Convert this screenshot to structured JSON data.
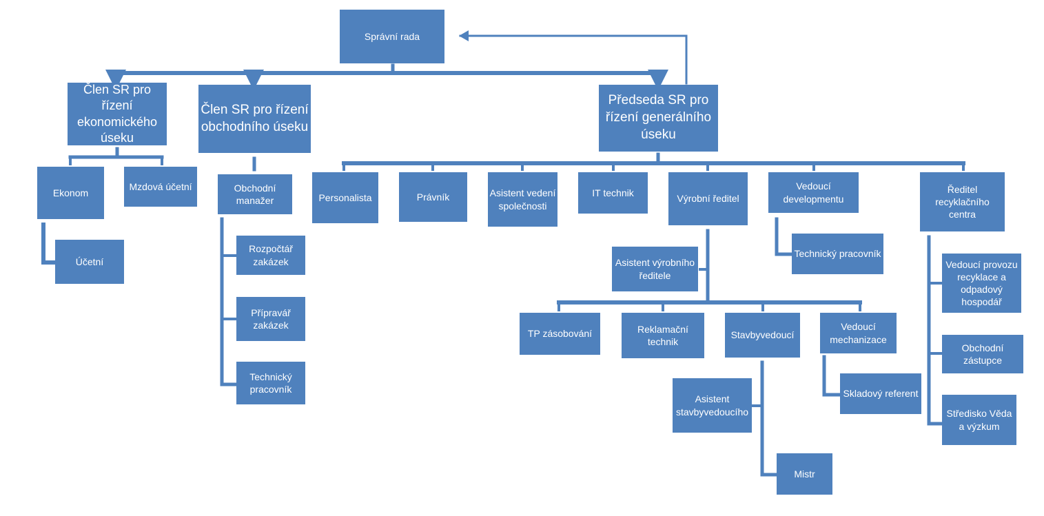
{
  "colors": {
    "box_fill": "#4f81bd",
    "box_text": "#ffffff",
    "connector": "#4f81bd",
    "background": "#ffffff"
  },
  "org_chart": {
    "board": "Správní rada",
    "member_economic": "Člen SR pro řízení ekonomického úseku",
    "member_commercial": "Člen SR pro řízení obchodního úseku",
    "chairman_general": "Předseda SR pro řízení generálního úseku",
    "economist": "Ekonom",
    "payroll_accountant": "Mzdová účetní",
    "accountant": "Účetní",
    "sales_manager": "Obchodní manažer",
    "contract_budgeter": "Rozpočtář zakázek",
    "contract_preparer": "Přípravář zakázek",
    "technical_worker_commercial": "Technický pracovník",
    "hr_specialist": "Personalista",
    "lawyer": "Právník",
    "management_assistant": "Asistent vedení společnosti",
    "it_technician": "IT technik",
    "production_director": "Výrobní ředitel",
    "development_head": "Vedoucí developmentu",
    "recycling_center_director": "Ředitel recyklačního centra",
    "production_director_assistant": "Asistent výrobního ředitele",
    "technical_worker_development": "Technický pracovník",
    "tp_supply": "TP zásobování",
    "complaints_technician": "Reklamační technik",
    "site_manager": "Stavbyvedoucí",
    "mechanization_head": "Vedoucí mechanizace",
    "site_manager_assistant": "Asistent stavbyvedoucího",
    "foreman": "Mistr",
    "warehouse_clerk": "Skladový referent",
    "recycling_operations_head": "Vedoucí provozu recyklace a odpadový hospodář",
    "sales_representative": "Obchodní zástupce",
    "research_center": "Středisko Věda a výzkum"
  }
}
